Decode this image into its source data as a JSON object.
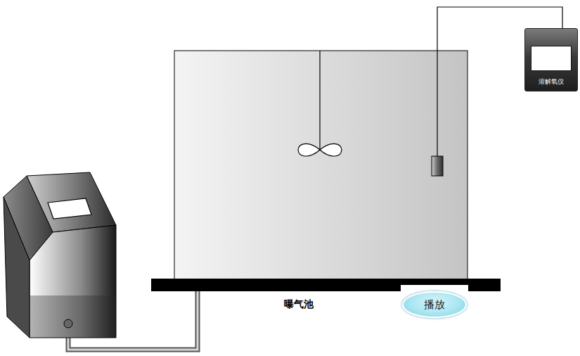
{
  "diagram": {
    "nodes": [
      {
        "text": [
          "溶解氧仪"
        ]
      },
      {
        "text": [
          "播放"
        ]
      }
    ],
    "labels": [
      "曝气池"
    ]
  }
}
